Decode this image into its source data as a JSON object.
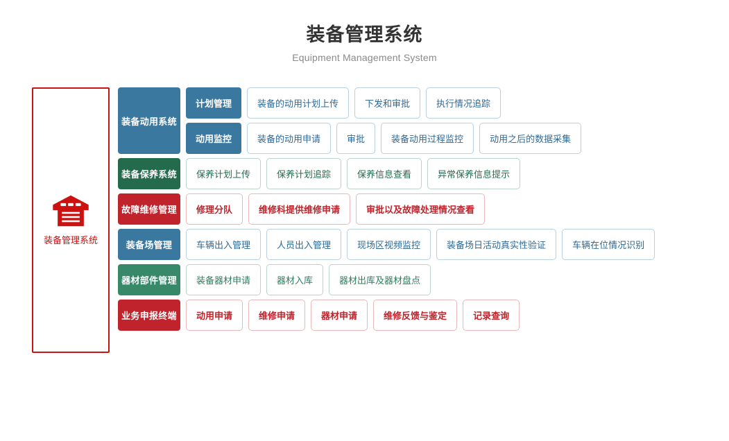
{
  "header": {
    "title": "装备管理系统",
    "subtitle": "Equipment Management System"
  },
  "root": {
    "icon": "warehouse-icon",
    "label": "装备管理系统",
    "color": "#cc1111"
  },
  "colors": {
    "blue": "#3a78a0",
    "green_dark": "#246a4c",
    "green_light": "#38886a",
    "red": "#c0232b",
    "root_red": "#cc1111",
    "title_gray": "#333333",
    "subtitle_gray": "#8a8a8a"
  },
  "rows": [
    {
      "category": "装备动用系统",
      "theme": "blue",
      "subrows": [
        {
          "lead": "计划管理",
          "items": [
            "装备的动用计划上传",
            "下发和审批",
            "执行情况追踪"
          ]
        },
        {
          "lead": "动用监控",
          "items": [
            "装备的动用申请",
            "审批",
            "装备动用过程监控",
            "动用之后的数据采集"
          ]
        }
      ]
    },
    {
      "category": "装备保养系统",
      "theme": "green",
      "subrows": [
        {
          "lead": null,
          "items": [
            "保养计划上传",
            "保养计划追踪",
            "保养信息查看",
            "异常保养信息提示"
          ]
        }
      ]
    },
    {
      "category": "故障维修管理",
      "theme": "red",
      "subrows": [
        {
          "lead": null,
          "items": [
            "修理分队",
            "维修科提供维修申请",
            "审批以及故障处理情况查看"
          ]
        }
      ]
    },
    {
      "category": "装备场管理",
      "theme": "blue2",
      "subrows": [
        {
          "lead": null,
          "items": [
            "车辆出入管理",
            "人员出入管理",
            "现场区视频监控",
            "装备场日活动真实性验证",
            "车辆在位情况识别"
          ]
        }
      ]
    },
    {
      "category": "器材部件管理",
      "theme": "green2",
      "subrows": [
        {
          "lead": null,
          "items": [
            "装备器材申请",
            "器材入库",
            "器材出库及器材盘点"
          ]
        }
      ]
    },
    {
      "category": "业务申报终端",
      "theme": "red2",
      "subrows": [
        {
          "lead": null,
          "items": [
            "动用申请",
            "维修申请",
            "器材申请",
            "维修反馈与鉴定",
            "记录查询"
          ]
        }
      ]
    }
  ]
}
